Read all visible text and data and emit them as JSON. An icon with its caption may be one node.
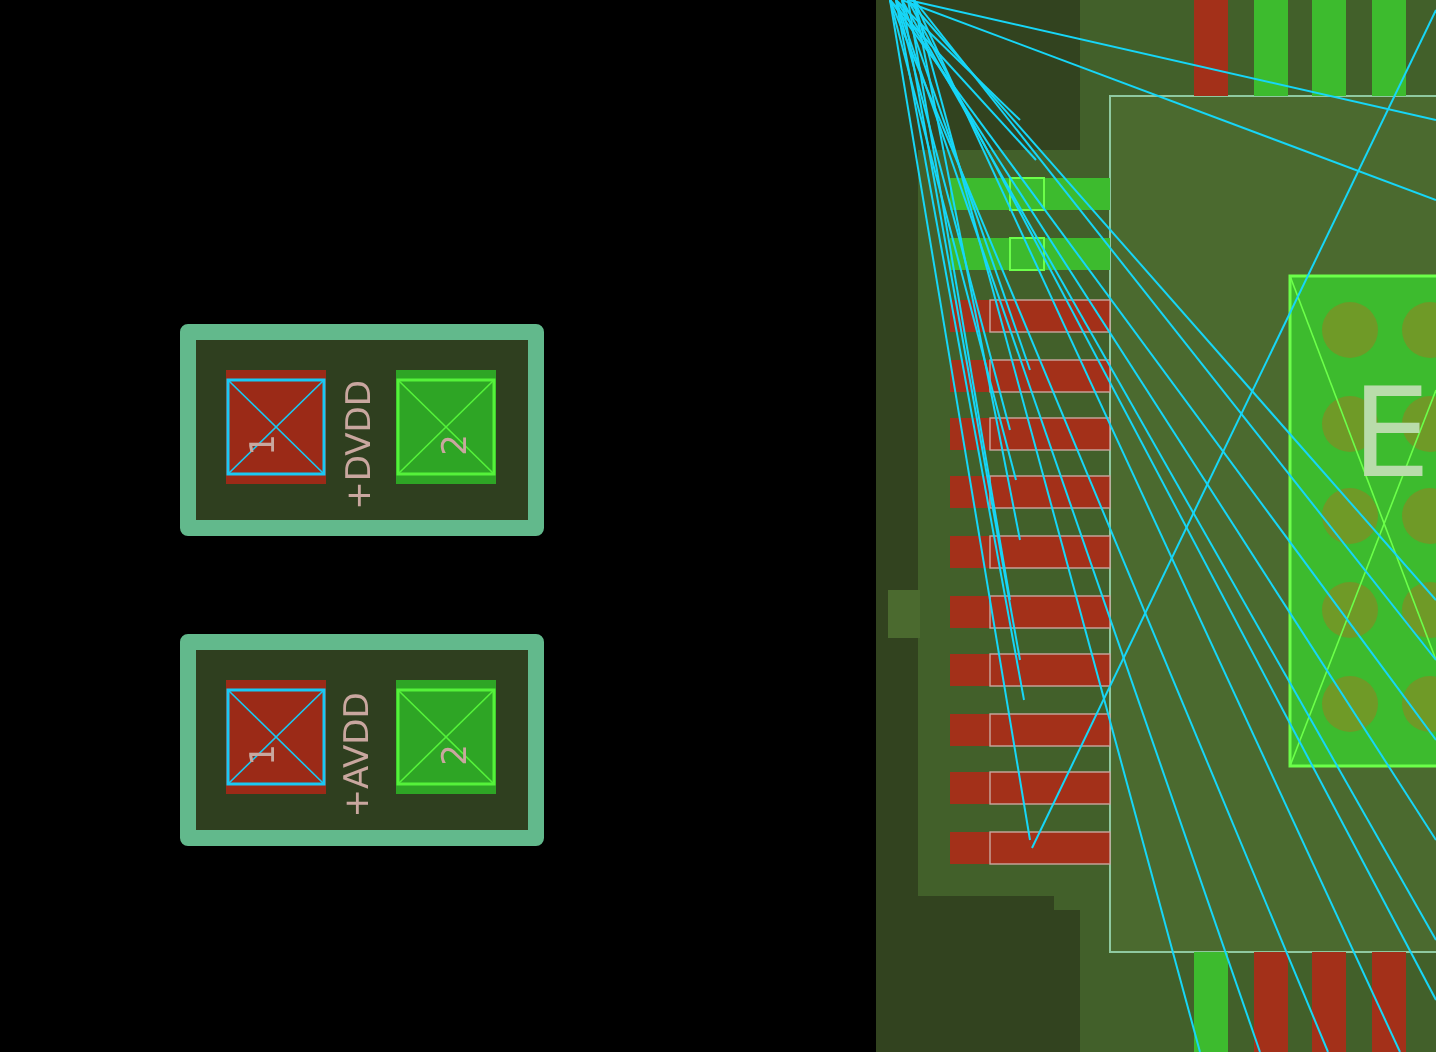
{
  "diagram": {
    "nodes": [
      {
        "text": [],
        "shape": "box"
      },
      {
        "text": [
          "1",
          "+DVDD"
        ],
        "in": 0
      },
      {
        "text": [
          "2"
        ],
        "in": 0
      },
      {
        "text": [],
        "shape": "box"
      },
      {
        "text": [
          "1",
          "+AVDD"
        ],
        "in": 3
      },
      {
        "text": [
          "2"
        ],
        "in": 3
      }
    ],
    "labels": [
      "E"
    ]
  }
}
